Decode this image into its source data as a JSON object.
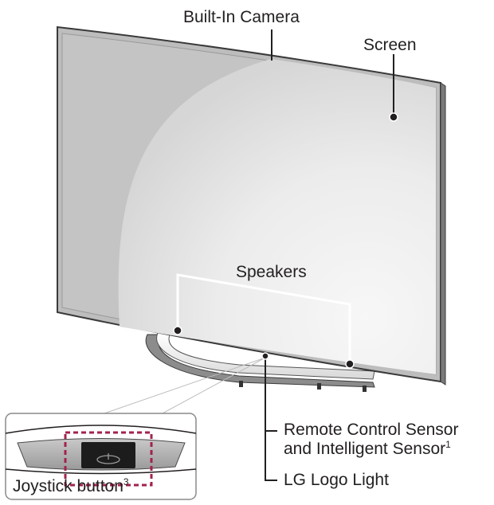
{
  "labels": {
    "built_in_camera": "Built-In Camera",
    "screen": "Screen",
    "speakers": "Speakers",
    "remote_control_sensor_line1": "Remote Control Sensor",
    "remote_control_sensor_line2": "and Intelligent Sensor",
    "remote_sensor_footnote": "1",
    "lg_logo_light": "LG Logo Light",
    "joystick_button": "Joystick button",
    "joystick_footnote": "3"
  },
  "icons": {
    "power": "power-icon"
  },
  "colors": {
    "screen_gray": "#bdbdbd",
    "callout_line": "#231f20",
    "joystick_highlight": "#a3224d"
  }
}
